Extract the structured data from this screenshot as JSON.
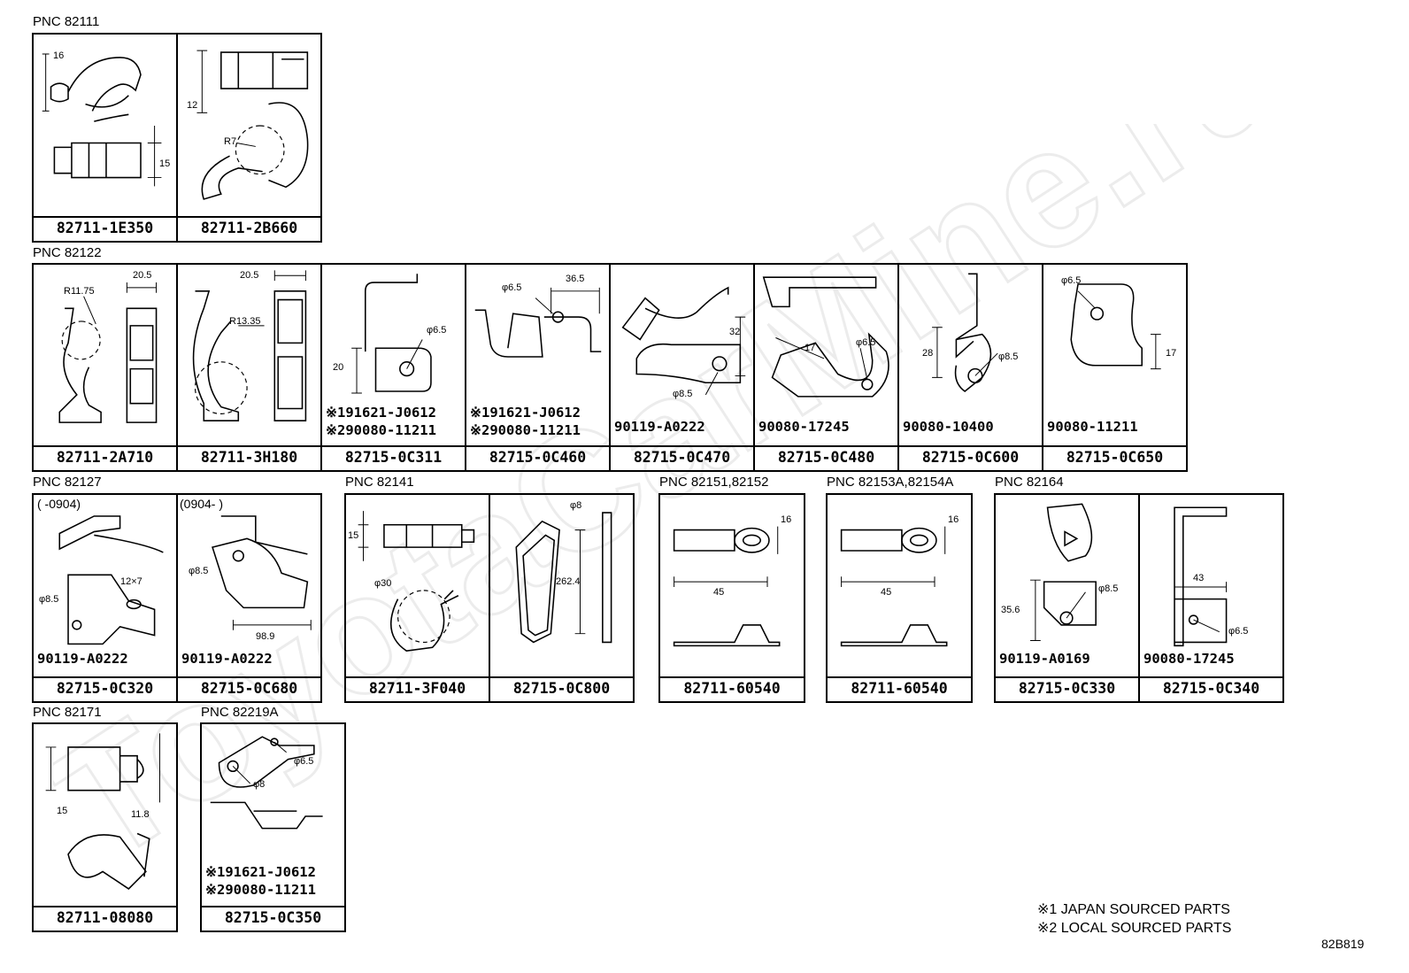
{
  "watermark": "ToyotaCarMine.ru",
  "groups": [
    {
      "label": "PNC 82111",
      "cells": [
        {
          "part": "82711-1E350",
          "dims": [
            "16",
            "15"
          ]
        },
        {
          "part": "82711-2B660",
          "dims": [
            "12",
            "R7"
          ]
        }
      ]
    },
    {
      "label": "PNC 82122",
      "cells": [
        {
          "part": "82711-2A710",
          "dims": [
            "R11.75",
            "20.5"
          ]
        },
        {
          "part": "82711-3H180",
          "dims": [
            "20.5",
            "R13.35"
          ]
        },
        {
          "part": "82715-0C311",
          "dims": [
            "φ6.5",
            "20"
          ],
          "fasteners": [
            "※191621-J0612",
            "※290080-11211"
          ]
        },
        {
          "part": "82715-0C460",
          "dims": [
            "φ6.5",
            "36.5"
          ],
          "fasteners": [
            "※191621-J0612",
            "※290080-11211"
          ]
        },
        {
          "part": "82715-0C470",
          "dims": [
            "32",
            "φ8.5"
          ],
          "fasteners": [
            "90119-A0222"
          ]
        },
        {
          "part": "82715-0C480",
          "dims": [
            "17",
            "φ6.5"
          ],
          "fasteners": [
            "90080-17245"
          ]
        },
        {
          "part": "82715-0C600",
          "dims": [
            "28",
            "φ8.5"
          ],
          "fasteners": [
            "90080-10400"
          ]
        },
        {
          "part": "82715-0C650",
          "dims": [
            "φ6.5",
            "17"
          ],
          "fasteners": [
            "90080-11211"
          ]
        }
      ]
    },
    {
      "label": "PNC 82127",
      "cells": [
        {
          "part": "82715-0C320",
          "period": "(      -0904)",
          "dims": [
            "12×7",
            "φ8.5"
          ],
          "fasteners": [
            "90119-A0222"
          ]
        },
        {
          "part": "82715-0C680",
          "period": "(0904-      )",
          "dims": [
            "φ8.5",
            "98.9"
          ],
          "fasteners": [
            "90119-A0222"
          ]
        }
      ]
    },
    {
      "label": "PNC 82141",
      "cells": [
        {
          "part": "82711-3F040",
          "dims": [
            "15",
            "φ30"
          ]
        },
        {
          "part": "82715-0C800",
          "dims": [
            "φ8",
            "262.4"
          ]
        }
      ]
    },
    {
      "label": "PNC 82151,82152",
      "cells": [
        {
          "part": "82711-60540",
          "dims": [
            "16",
            "45"
          ]
        }
      ]
    },
    {
      "label": "PNC 82153A,82154A",
      "cells": [
        {
          "part": "82711-60540",
          "dims": [
            "16",
            "45"
          ]
        }
      ]
    },
    {
      "label": "PNC 82164",
      "cells": [
        {
          "part": "82715-0C330",
          "dims": [
            "35.6",
            "φ8.5"
          ],
          "fasteners": [
            "90119-A0169"
          ]
        },
        {
          "part": "82715-0C340",
          "dims": [
            "43",
            "φ6.5"
          ],
          "fasteners": [
            "90080-17245"
          ]
        }
      ]
    },
    {
      "label": "PNC 82171",
      "cells": [
        {
          "part": "82711-08080",
          "dims": [
            "15",
            "11.8"
          ]
        }
      ]
    },
    {
      "label": "PNC 82219A",
      "cells": [
        {
          "part": "82715-0C350",
          "dims": [
            "φ6.5",
            "φ8"
          ],
          "fasteners": [
            "※191621-J0612",
            "※290080-11211"
          ]
        }
      ]
    }
  ],
  "notes": [
    "※1 JAPAN SOURCED PARTS",
    "※2 LOCAL SOURCED PARTS"
  ],
  "diagram_code": "82B819"
}
